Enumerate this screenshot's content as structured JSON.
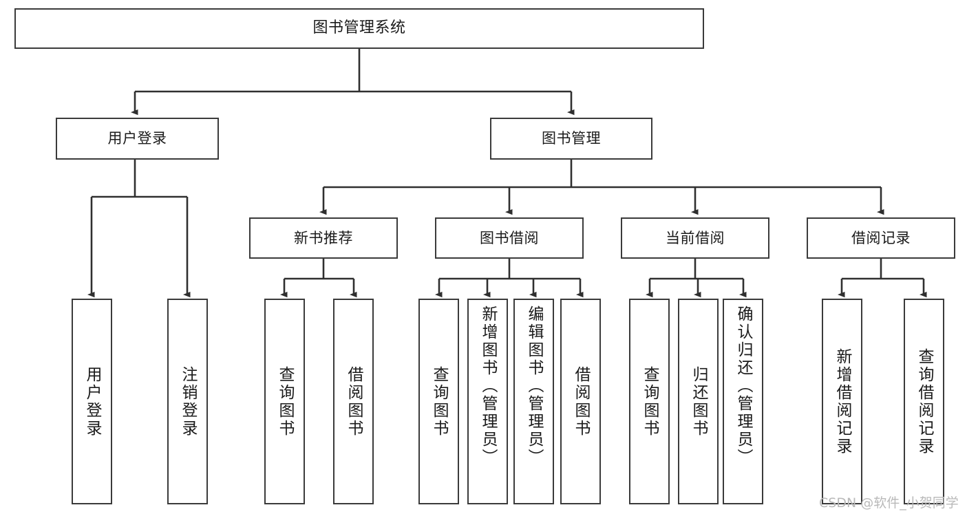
{
  "diagram": {
    "title": "图书管理系统",
    "type": "tree-hierarchy-chart",
    "colors": {
      "box_border": "#3a3a3a",
      "box_fill": "#ffffff",
      "edge": "#2f2f2f",
      "text": "#1a1a1a",
      "watermark": "#b9b9b9",
      "background": "#ffffff"
    }
  },
  "root": {
    "label": "图书管理系统"
  },
  "level2": [
    {
      "label": "用户登录"
    },
    {
      "label": "图书管理"
    }
  ],
  "level3": [
    {
      "label": "新书推荐"
    },
    {
      "label": "图书借阅"
    },
    {
      "label": "当前借阅"
    },
    {
      "label": "借阅记录"
    }
  ],
  "leaves": {
    "user_login": [
      {
        "label": "用户登录"
      },
      {
        "label": "注销登录"
      }
    ],
    "new_book_recommend": [
      {
        "label": "查询图书"
      },
      {
        "label": "借阅图书"
      }
    ],
    "book_borrow": [
      {
        "label": "查询图书"
      },
      {
        "label": "新增图书（管理员）"
      },
      {
        "label": "编辑图书（管理员）"
      },
      {
        "label": "借阅图书"
      }
    ],
    "current_borrow": [
      {
        "label": "查询图书"
      },
      {
        "label": "归还图书"
      },
      {
        "label": "确认归还（管理员）"
      }
    ],
    "borrow_record": [
      {
        "label": "新增借阅记录"
      },
      {
        "label": "查询借阅记录"
      }
    ]
  },
  "watermark": {
    "text": "CSDN @软件_小贺同学"
  }
}
